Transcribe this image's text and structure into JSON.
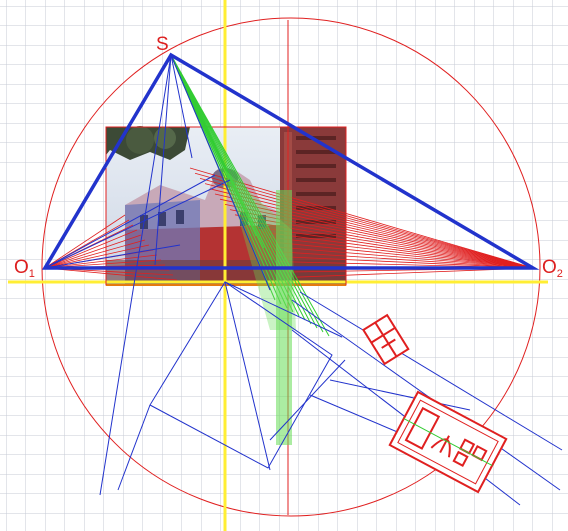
{
  "labels": {
    "s": "S",
    "o1_main": "O",
    "o1_sub": "1",
    "o2_main": "O",
    "o2_sub": "2"
  },
  "colors": {
    "grid": "#c7cbd6",
    "axis": "#ffee33",
    "horizon": "#e8d400",
    "red": "#e02020",
    "blue": "#2233cc",
    "green": "#33cc33",
    "label": "#dd1f1f"
  },
  "photo": {
    "description_icon": "building-photo"
  }
}
